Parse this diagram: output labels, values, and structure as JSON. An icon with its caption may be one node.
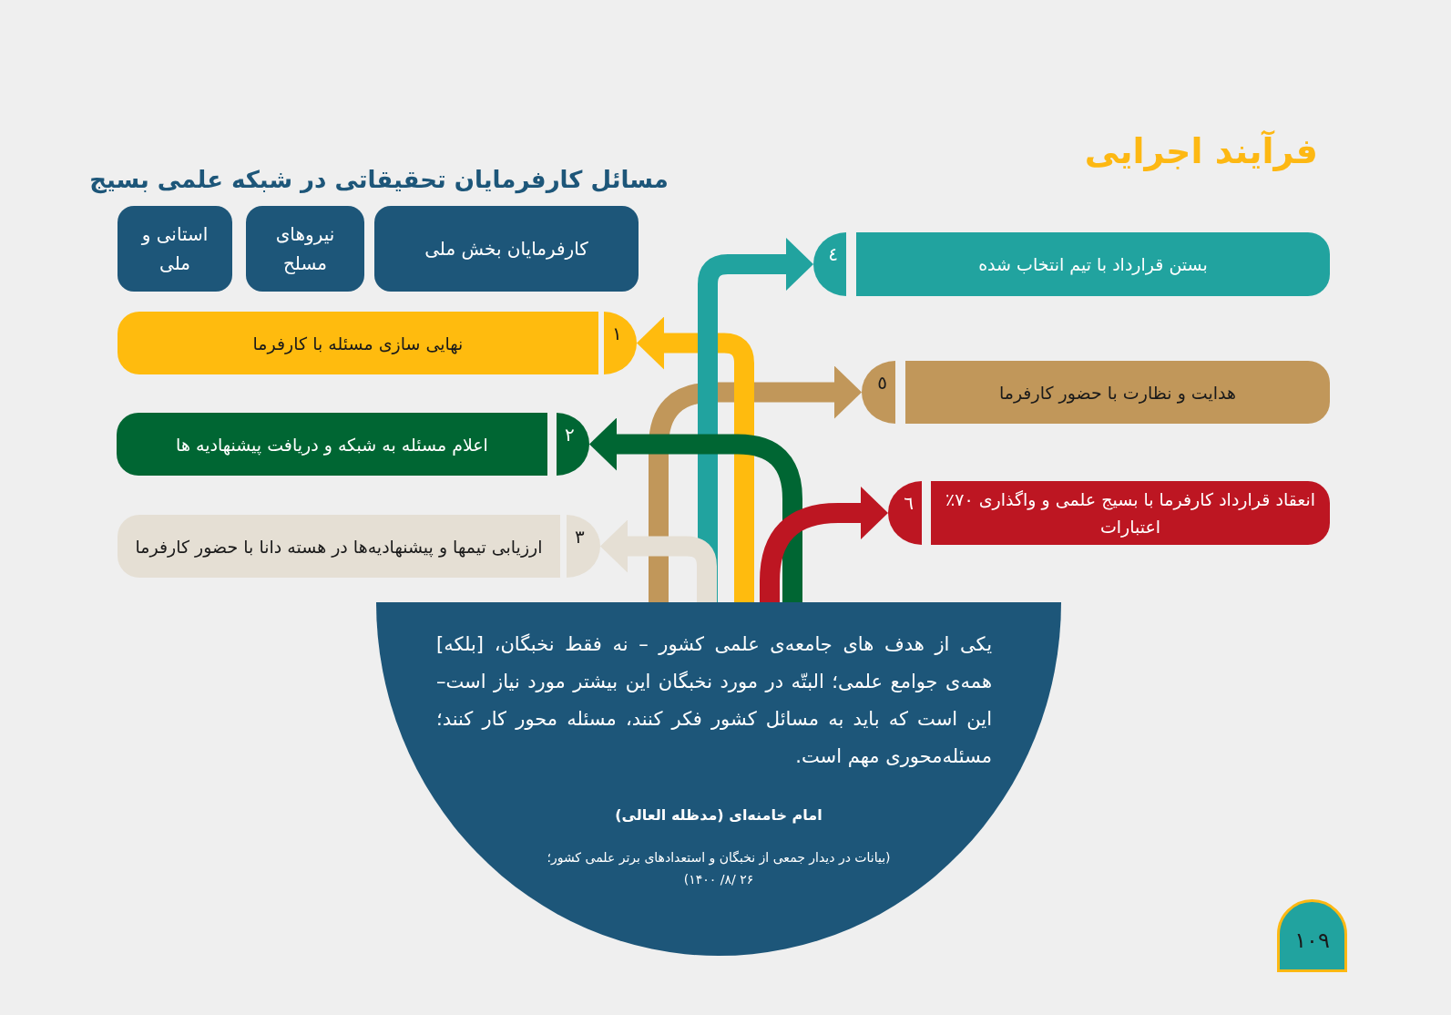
{
  "diagram": {
    "title": "فرآیند اجرایی",
    "nodes": [
      {
        "text": [
          "کارفرمایان بخش ملی"
        ]
      },
      {
        "text": [
          "نیروهای مسلح"
        ]
      },
      {
        "text": [
          "استانی و ملی"
        ]
      },
      {
        "text": [
          "۱",
          "نهایی سازی مسئله با کارفرما"
        ]
      },
      {
        "text": [
          "۲",
          "اعلام مسئله به شبکه و دریافت پیشنهادیه ها"
        ]
      },
      {
        "text": [
          "۳",
          "ارزیابی تیمها و پیشنهادیه‌ها در هسته دانا با حضور کارفرما"
        ]
      },
      {
        "text": [
          "بستن قرارداد با تیم انتخاب شده",
          "٤"
        ]
      },
      {
        "text": [
          "هدایت و نظارت با حضور کارفرما",
          "٥"
        ]
      },
      {
        "text": [
          "انعقاد قرارداد کارفرما با بسیج علمی و واگذاری ۷۰٪ اعتبارات",
          "٦"
        ]
      },
      {
        "text": [
          "یکی از هدف های جامعه‌ی علمی کشور – نه فقط نخبگان، [بلکه] همه‌ی جوامع علمی؛ البتّه در مورد نخبگان این بیشتر مورد نیاز است– این است که باید به مسائل کشور فکر کنند، مسئله محور کار کنند؛ مسئله‌محوری مهم است.",
          "امام خامنه‌ای (مدظله العالی)",
          "(بیانات در دیدار جمعی از نخبگان و استعدادهای برتر علمی کشور؛ ۲۶ /۸/ ۱۴۰۰)"
        ]
      },
      {
        "text": [
          "۱۰۹"
        ]
      }
    ],
    "edges": [
      {
        "from": 9,
        "to": 3,
        "arrow": "to",
        "color": "#ffbb0e"
      },
      {
        "from": 9,
        "to": 4,
        "arrow": "to",
        "color": "#006633"
      },
      {
        "from": 9,
        "to": 5,
        "arrow": "to",
        "color": "#e5dfd4"
      },
      {
        "from": 9,
        "to": 6,
        "arrow": "to",
        "color": "#21a39f"
      },
      {
        "from": 9,
        "to": 7,
        "arrow": "to",
        "color": "#c1975a"
      },
      {
        "from": 9,
        "to": 8,
        "arrow": "to",
        "color": "#bd1622"
      }
    ],
    "labels": [
      "مسائل کارفرمایان تحقیقاتی در شبکه علمی بسیج"
    ]
  }
}
